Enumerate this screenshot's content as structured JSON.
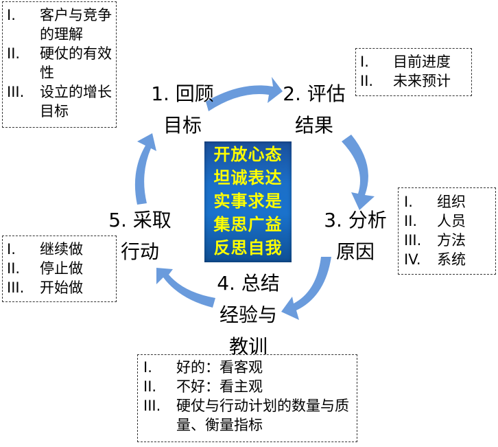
{
  "colors": {
    "arrow": "#6a9bdc",
    "center_text": "#ffff00",
    "center_bg": "#1a6cc4"
  },
  "center": {
    "lines": [
      "开放心态",
      "坦诚表达",
      "实事求是",
      "集思广益",
      "反思自我"
    ]
  },
  "steps": [
    {
      "line1": "1. 回顾",
      "line2": "目标"
    },
    {
      "line1": "2. 评估",
      "line2": "结果"
    },
    {
      "line1": "3. 分析",
      "line2": "原因"
    },
    {
      "line1": "4. 总结",
      "line2": "经验与",
      "line3": "教训"
    },
    {
      "line1": "5. 采取",
      "line2": "行动"
    }
  ],
  "boxes": {
    "goals": [
      {
        "num": "I.",
        "text": "客户与竞争的理解"
      },
      {
        "num": "II.",
        "text": "硬仗的有效性"
      },
      {
        "num": "III.",
        "text": "设立的增长目标"
      }
    ],
    "results": [
      {
        "num": "I.",
        "text": "目前进度"
      },
      {
        "num": "II.",
        "text": "未来预计"
      }
    ],
    "causes": [
      {
        "num": "I.",
        "text": "组织"
      },
      {
        "num": "II.",
        "text": "人员"
      },
      {
        "num": "III.",
        "text": "方法"
      },
      {
        "num": "IV.",
        "text": "系统"
      }
    ],
    "actions": [
      {
        "num": "I.",
        "text": "继续做"
      },
      {
        "num": "II.",
        "text": "停止做"
      },
      {
        "num": "III.",
        "text": "开始做"
      }
    ],
    "lessons": [
      {
        "num": "I.",
        "text": "好的：看客观"
      },
      {
        "num": "II.",
        "text": "不好：看主观"
      },
      {
        "num": "III.",
        "text": "硬仗与行动计划的数量与质量、衡量指标"
      }
    ]
  }
}
